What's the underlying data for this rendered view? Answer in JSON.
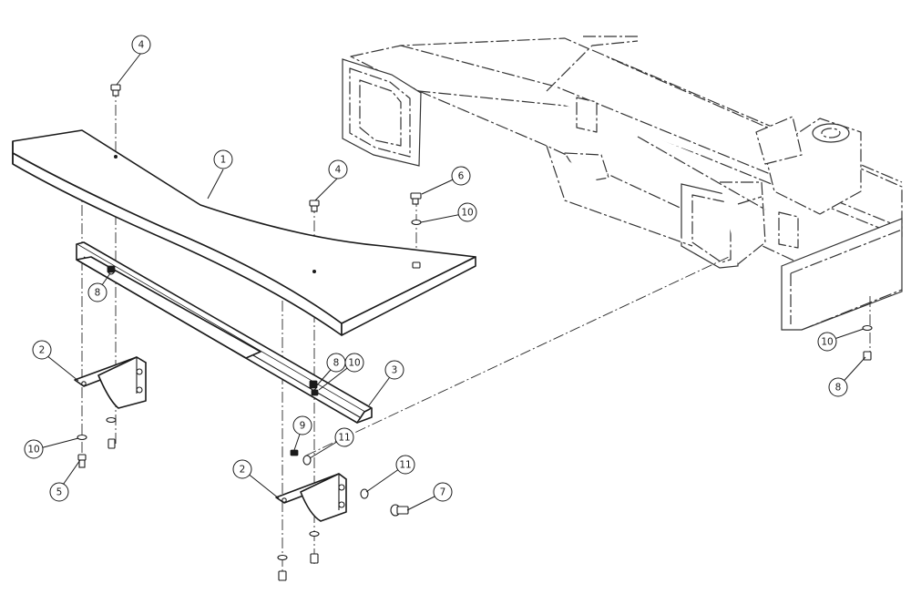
{
  "diagram": {
    "callouts": [
      {
        "id": "c1",
        "label": "1"
      },
      {
        "id": "c2a",
        "label": "2"
      },
      {
        "id": "c2b",
        "label": "2"
      },
      {
        "id": "c3",
        "label": "3"
      },
      {
        "id": "c4a",
        "label": "4"
      },
      {
        "id": "c4b",
        "label": "4"
      },
      {
        "id": "c5",
        "label": "5"
      },
      {
        "id": "c6",
        "label": "6"
      },
      {
        "id": "c7",
        "label": "7"
      },
      {
        "id": "c8a",
        "label": "8"
      },
      {
        "id": "c8b",
        "label": "8"
      },
      {
        "id": "c8c",
        "label": "8"
      },
      {
        "id": "c9",
        "label": "9"
      },
      {
        "id": "c10a",
        "label": "10"
      },
      {
        "id": "c10b",
        "label": "10"
      },
      {
        "id": "c10c",
        "label": "10"
      },
      {
        "id": "c10d",
        "label": "10"
      },
      {
        "id": "c11a",
        "label": "11"
      },
      {
        "id": "c11b",
        "label": "11"
      }
    ]
  }
}
